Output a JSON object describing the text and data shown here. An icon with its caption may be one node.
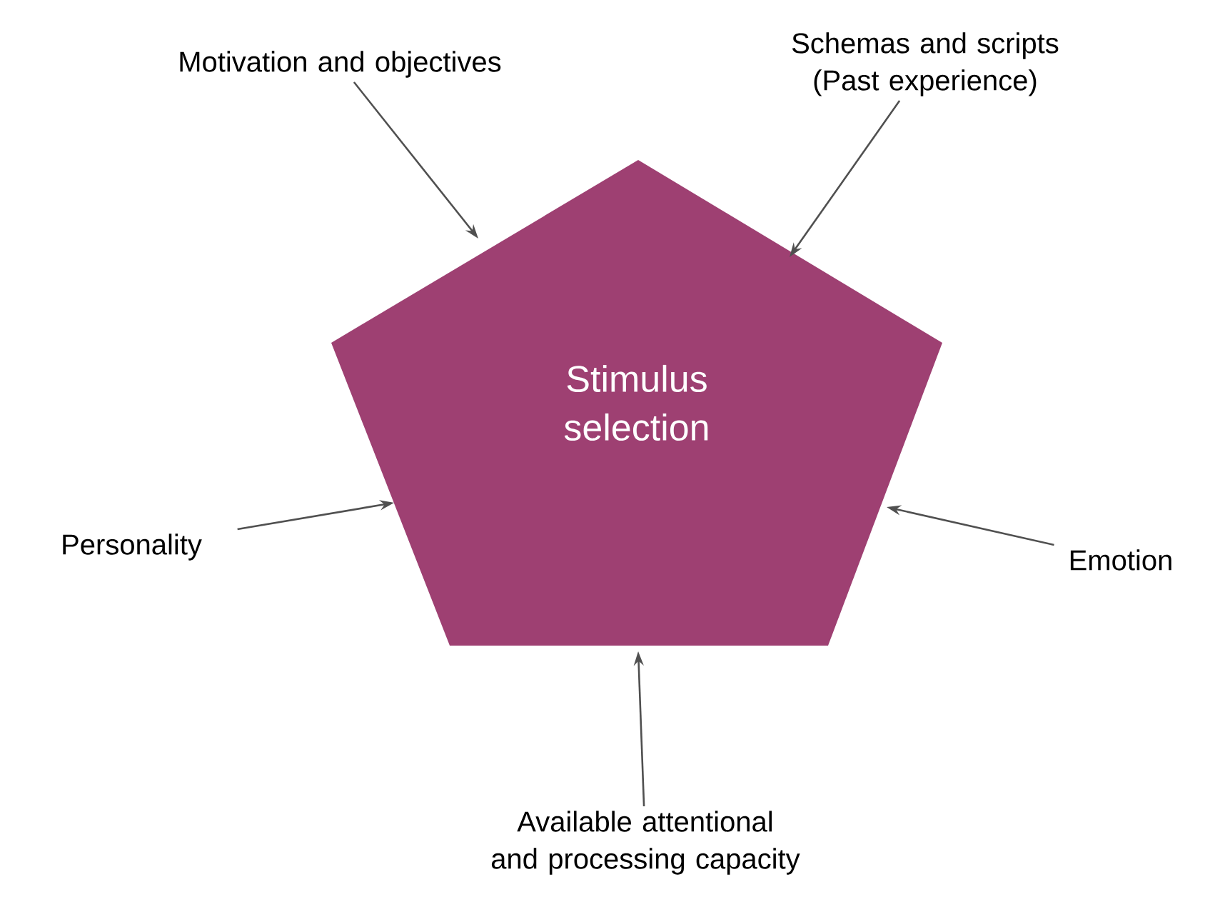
{
  "diagram": {
    "nodes": [
      {
        "text": [
          "Stimulus selection"
        ]
      },
      {
        "text": [
          "Motivation and objectives"
        ]
      },
      {
        "text": [
          "Schemas and scripts (Past experience)"
        ]
      },
      {
        "text": [
          "Personality"
        ]
      },
      {
        "text": [
          "Emotion"
        ]
      },
      {
        "text": [
          "Available attentional and processing capacity"
        ]
      }
    ],
    "edges": [
      {
        "from": 1,
        "to": 0,
        "arrow": "to"
      },
      {
        "from": 2,
        "to": 0,
        "arrow": "to"
      },
      {
        "from": 3,
        "to": 0,
        "arrow": "to"
      },
      {
        "from": 4,
        "to": 0,
        "arrow": "to"
      },
      {
        "from": 5,
        "to": 0,
        "arrow": "to"
      }
    ]
  }
}
